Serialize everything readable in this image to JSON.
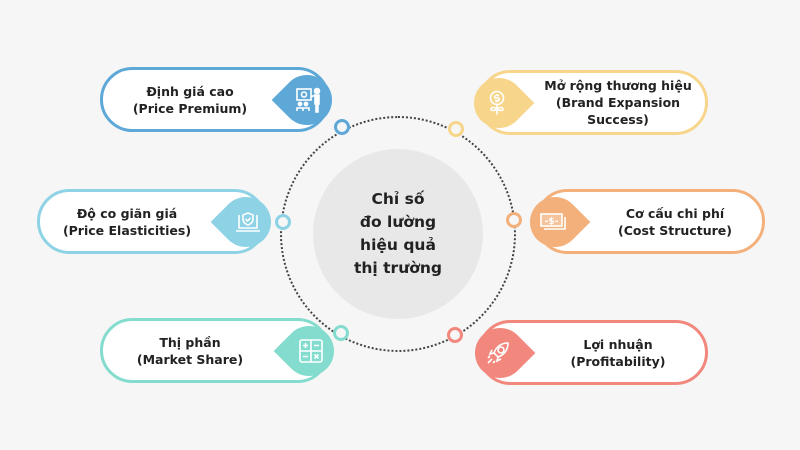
{
  "center": {
    "title": "Chỉ số\nđo lường\nhiệu quả\nthị trường"
  },
  "items": [
    {
      "line1": "Định giá cao",
      "line2": "(Price Premium)",
      "icon": "presentation-icon",
      "color": "#5ea8d8"
    },
    {
      "line1": "Độ co giãn giá",
      "line2": "(Price Elasticities)",
      "icon": "laptop-shield-icon",
      "color": "#8ed3e5"
    },
    {
      "line1": "Thị phần",
      "line2": "(Market Share)",
      "icon": "calculator-icon",
      "color": "#83dccd"
    },
    {
      "line1": "Mở rộng thương hiệu",
      "line2": "(Brand Expansion Success)",
      "icon": "money-plant-icon",
      "color": "#f7d58b"
    },
    {
      "line1": "Cơ cấu chi phí",
      "line2": "(Cost Structure)",
      "icon": "banknote-icon",
      "color": "#f3b07b"
    },
    {
      "line1": "Lợi nhuận",
      "line2": "(Profitability)",
      "icon": "rocket-dollar-icon",
      "color": "#f2877d"
    }
  ]
}
